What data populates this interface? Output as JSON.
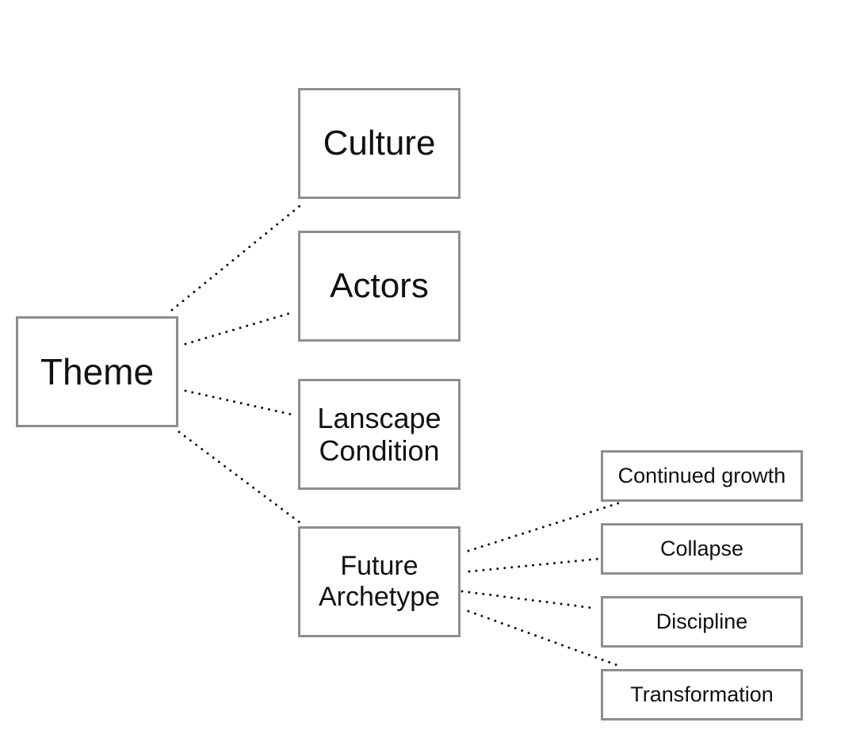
{
  "diagram": {
    "root": {
      "label": "Theme"
    },
    "categories": [
      {
        "label": "Culture"
      },
      {
        "label": "Actors"
      },
      {
        "label": "Lanscape\nCondition"
      },
      {
        "label": "Future\nArchetype"
      }
    ],
    "archetypes": [
      {
        "label": "Continued growth"
      },
      {
        "label": "Collapse"
      },
      {
        "label": "Discipline"
      },
      {
        "label": "Transformation"
      }
    ],
    "colors": {
      "box_border": "#8e8e90",
      "text": "#111111",
      "connector": "#111111",
      "background": "#ffffff"
    }
  }
}
